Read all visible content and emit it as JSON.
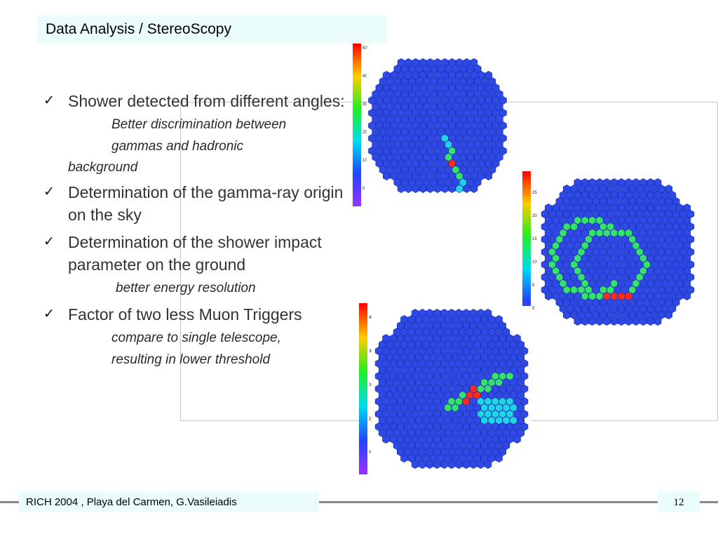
{
  "slide": {
    "title": "Data Analysis / StereoScopy",
    "bullets": [
      {
        "check": "✓",
        "main": "Shower detected from different angles:",
        "sub": [
          "Better discrimination between",
          "gammas and hadronic",
          "background"
        ]
      },
      {
        "check": "✓",
        "main": "Determination of the gamma-ray origin on the sky",
        "sub": []
      },
      {
        "check": "✓",
        "main": "Determination of the shower impact",
        "main2": "parameter on the ground",
        "sub": [
          "better energy resolution"
        ]
      },
      {
        "check": "✓",
        "main": "Factor of two less Muon Triggers",
        "sub": [
          "compare to single telescope,",
          "resulting in lower threshold"
        ]
      }
    ]
  },
  "plots": [
    {
      "id": "top",
      "colorbar_ticks": [
        "50",
        "40",
        "30",
        "20",
        "10",
        "0"
      ]
    },
    {
      "id": "right",
      "colorbar_ticks": [
        "25",
        "20",
        "15",
        "10",
        "5",
        "0"
      ]
    },
    {
      "id": "bottom",
      "colorbar_ticks": [
        "40",
        "30",
        "20",
        "10",
        "0"
      ]
    }
  ],
  "footer": {
    "left": "RICH 2004 , Playa del Carmen, G.Vasileiadis",
    "page": "12"
  },
  "colors": {
    "title_bg": "#eafcfc",
    "camera_bg": "#2233d0",
    "hex_fill": "#2d49e6"
  }
}
